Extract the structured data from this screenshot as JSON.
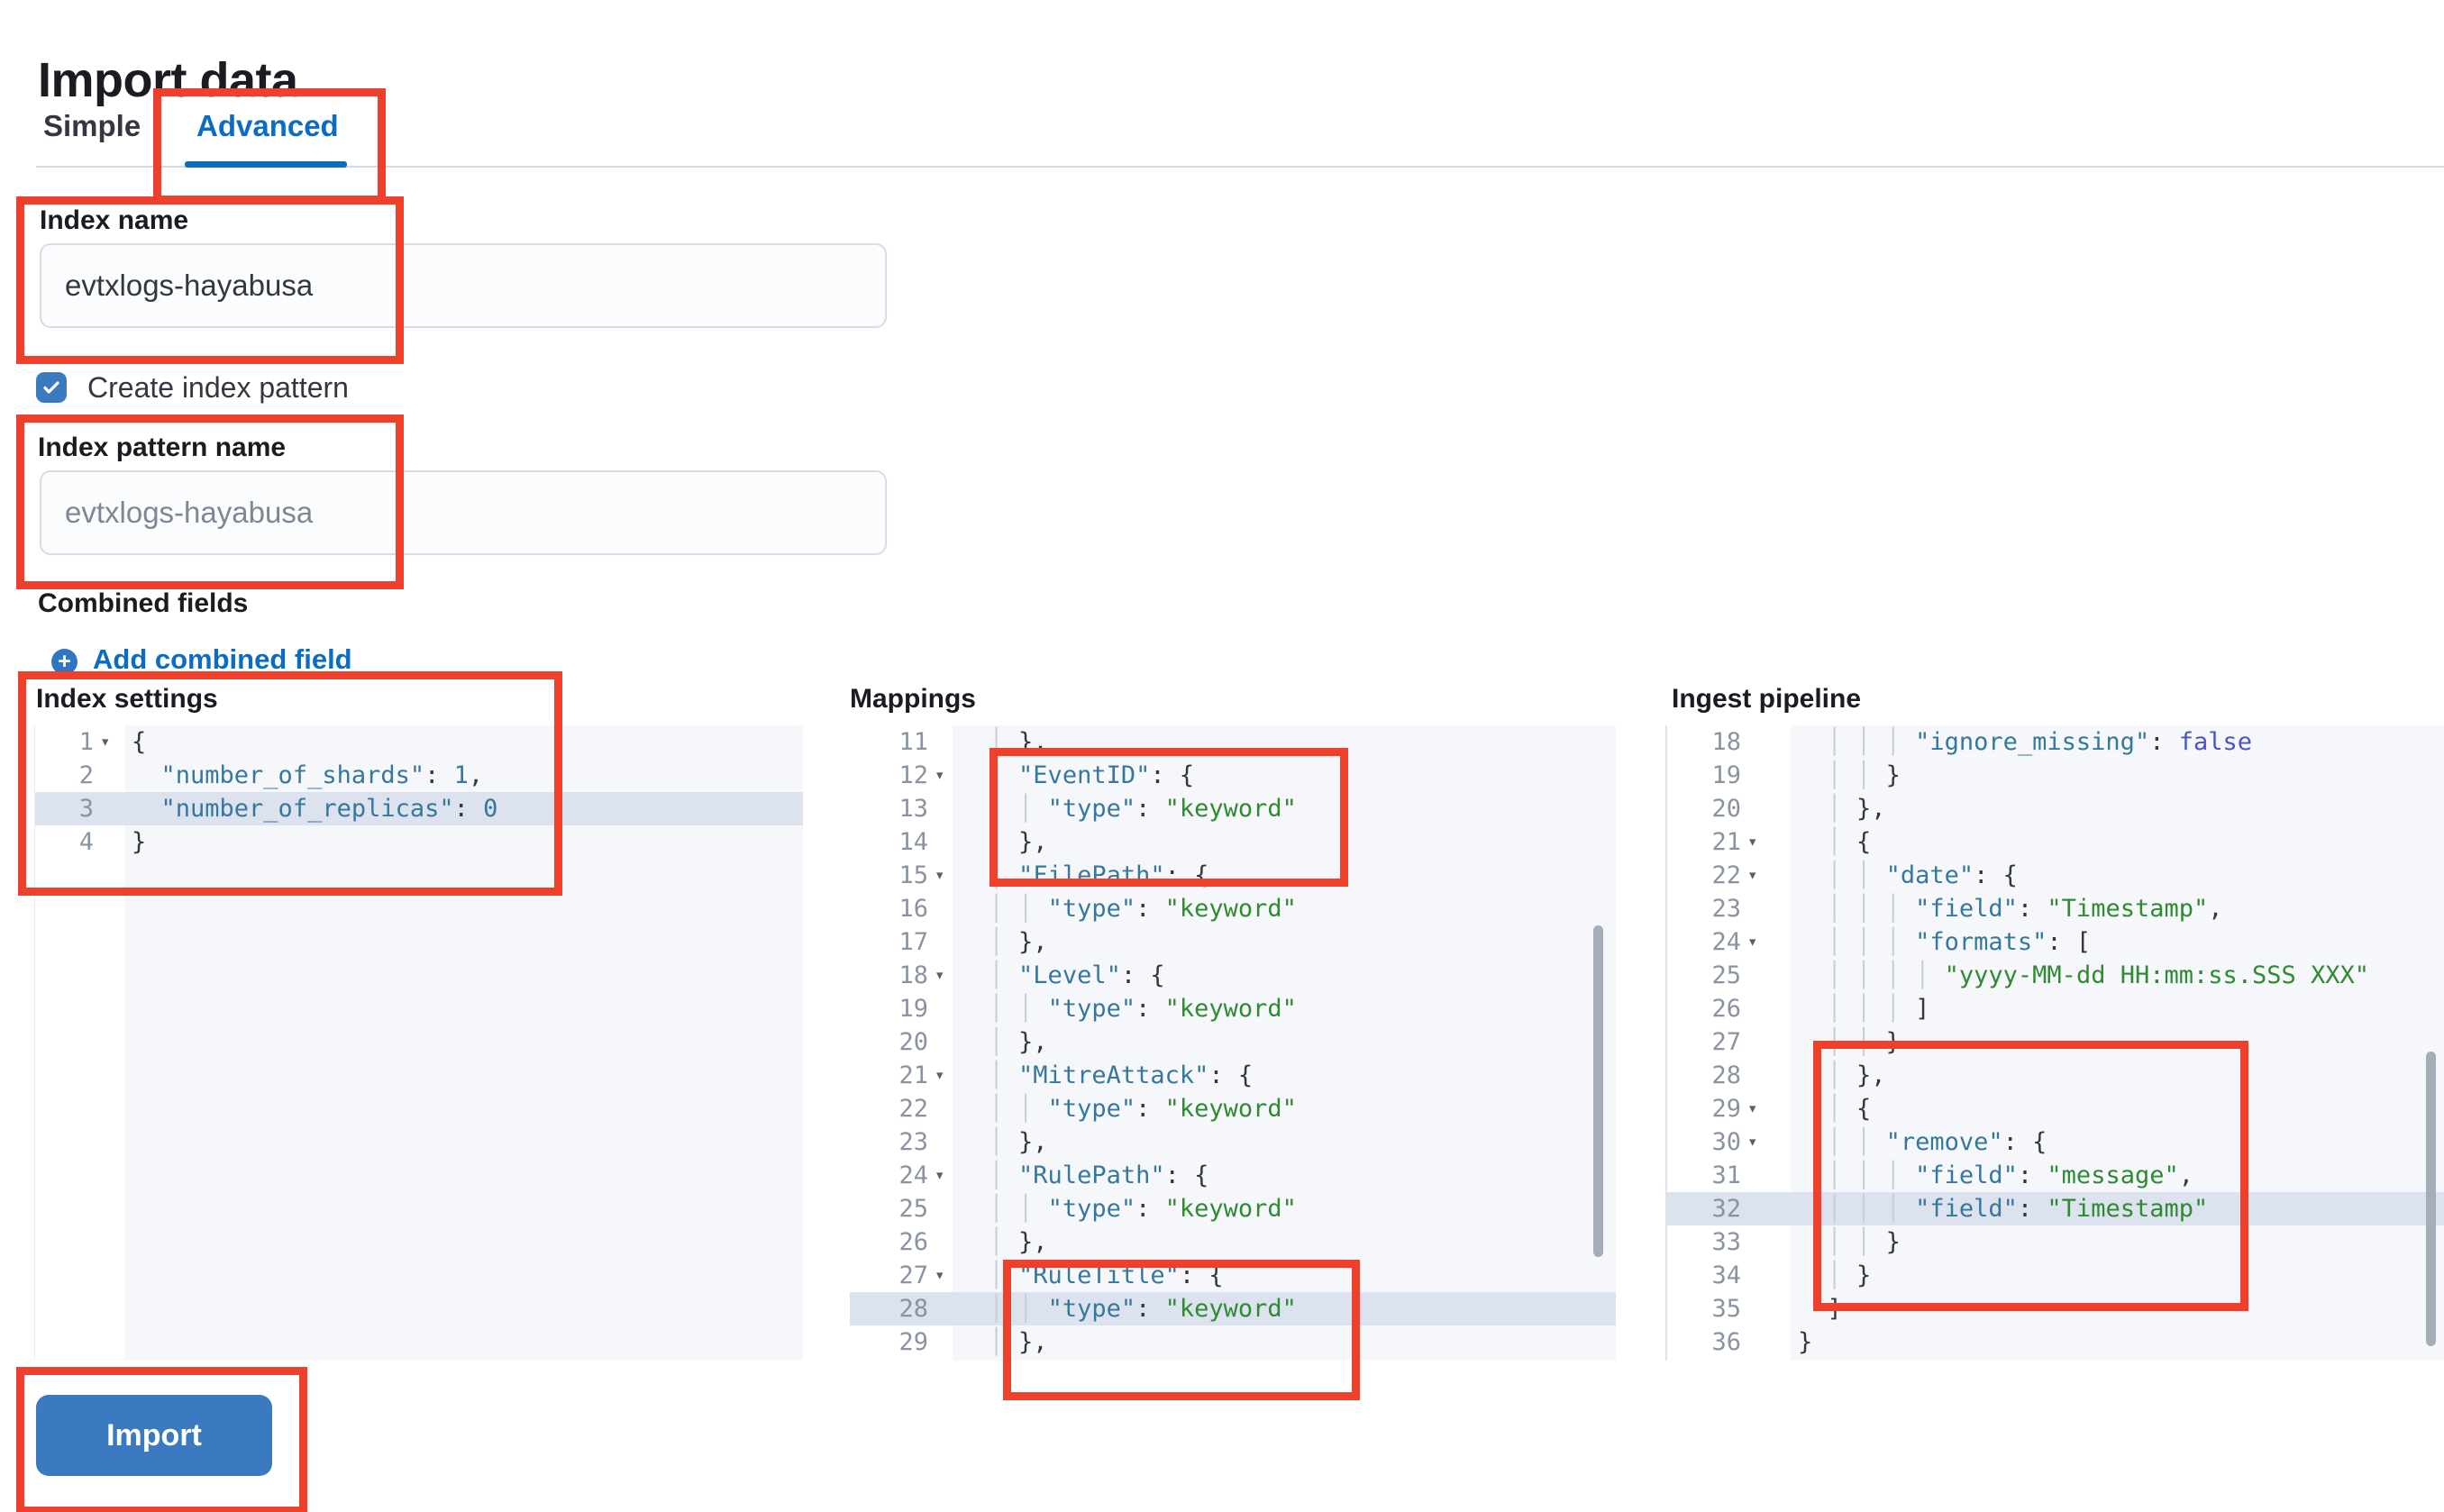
{
  "page": {
    "title": "Import data"
  },
  "tabs": [
    {
      "label": "Simple",
      "active": false
    },
    {
      "label": "Advanced",
      "active": true
    }
  ],
  "form": {
    "index_name": {
      "label": "Index name",
      "value": "evtxlogs-hayabusa"
    },
    "create_index_pattern": {
      "label": "Create index pattern",
      "checked": true
    },
    "index_pattern_name": {
      "label": "Index pattern name",
      "placeholder": "evtxlogs-hayabusa"
    },
    "combined_fields": {
      "label": "Combined fields",
      "add_link": "Add combined field",
      "plus_icon": "+"
    }
  },
  "editors": [
    {
      "title": "Index settings",
      "highlight_line": 3,
      "lines": [
        {
          "n": 1,
          "fold": true,
          "i": 0,
          "t": [
            [
              "p",
              "{"
            ]
          ]
        },
        {
          "n": 2,
          "i": 2,
          "t": [
            [
              "k",
              "\"number_of_shards\""
            ],
            [
              "p",
              ": "
            ],
            [
              "n",
              "1"
            ],
            [
              "p",
              ","
            ]
          ]
        },
        {
          "n": 3,
          "i": 2,
          "t": [
            [
              "k",
              "\"number_of_replicas\""
            ],
            [
              "p",
              ": "
            ],
            [
              "n",
              "0"
            ]
          ]
        },
        {
          "n": 4,
          "i": 0,
          "t": [
            [
              "p",
              "}"
            ]
          ]
        }
      ]
    },
    {
      "title": "Mappings",
      "highlight_line": 28,
      "lines": [
        {
          "n": 11,
          "i": 4,
          "t": [
            [
              "p",
              "},"
            ]
          ]
        },
        {
          "n": 12,
          "fold": true,
          "i": 4,
          "t": [
            [
              "k",
              "\"EventID\""
            ],
            [
              "p",
              ": {"
            ]
          ]
        },
        {
          "n": 13,
          "i": 6,
          "t": [
            [
              "k",
              "\"type\""
            ],
            [
              "p",
              ": "
            ],
            [
              "s",
              "\"keyword\""
            ]
          ]
        },
        {
          "n": 14,
          "i": 4,
          "t": [
            [
              "p",
              "},"
            ]
          ]
        },
        {
          "n": 15,
          "fold": true,
          "i": 4,
          "t": [
            [
              "k",
              "\"FilePath\""
            ],
            [
              "p",
              ": {"
            ]
          ]
        },
        {
          "n": 16,
          "i": 6,
          "t": [
            [
              "k",
              "\"type\""
            ],
            [
              "p",
              ": "
            ],
            [
              "s",
              "\"keyword\""
            ]
          ]
        },
        {
          "n": 17,
          "i": 4,
          "t": [
            [
              "p",
              "},"
            ]
          ]
        },
        {
          "n": 18,
          "fold": true,
          "i": 4,
          "t": [
            [
              "k",
              "\"Level\""
            ],
            [
              "p",
              ": {"
            ]
          ]
        },
        {
          "n": 19,
          "i": 6,
          "t": [
            [
              "k",
              "\"type\""
            ],
            [
              "p",
              ": "
            ],
            [
              "s",
              "\"keyword\""
            ]
          ]
        },
        {
          "n": 20,
          "i": 4,
          "t": [
            [
              "p",
              "},"
            ]
          ]
        },
        {
          "n": 21,
          "fold": true,
          "i": 4,
          "t": [
            [
              "k",
              "\"MitreAttack\""
            ],
            [
              "p",
              ": {"
            ]
          ]
        },
        {
          "n": 22,
          "i": 6,
          "t": [
            [
              "k",
              "\"type\""
            ],
            [
              "p",
              ": "
            ],
            [
              "s",
              "\"keyword\""
            ]
          ]
        },
        {
          "n": 23,
          "i": 4,
          "t": [
            [
              "p",
              "},"
            ]
          ]
        },
        {
          "n": 24,
          "fold": true,
          "i": 4,
          "t": [
            [
              "k",
              "\"RulePath\""
            ],
            [
              "p",
              ": {"
            ]
          ]
        },
        {
          "n": 25,
          "i": 6,
          "t": [
            [
              "k",
              "\"type\""
            ],
            [
              "p",
              ": "
            ],
            [
              "s",
              "\"keyword\""
            ]
          ]
        },
        {
          "n": 26,
          "i": 4,
          "t": [
            [
              "p",
              "},"
            ]
          ]
        },
        {
          "n": 27,
          "fold": true,
          "i": 4,
          "t": [
            [
              "k",
              "\"RuleTitle\""
            ],
            [
              "p",
              ": {"
            ]
          ]
        },
        {
          "n": 28,
          "i": 6,
          "t": [
            [
              "k",
              "\"type\""
            ],
            [
              "p",
              ": "
            ],
            [
              "s",
              "\"keyword\""
            ]
          ]
        },
        {
          "n": 29,
          "i": 4,
          "t": [
            [
              "p",
              "},"
            ]
          ]
        }
      ]
    },
    {
      "title": "Ingest pipeline",
      "highlight_line": 32,
      "lines": [
        {
          "n": 18,
          "i": 8,
          "t": [
            [
              "k",
              "\"ignore_missing\""
            ],
            [
              "p",
              ": "
            ],
            [
              "b",
              "false"
            ]
          ]
        },
        {
          "n": 19,
          "i": 6,
          "t": [
            [
              "p",
              "}"
            ]
          ]
        },
        {
          "n": 20,
          "i": 4,
          "t": [
            [
              "p",
              "},"
            ]
          ]
        },
        {
          "n": 21,
          "fold": true,
          "i": 4,
          "t": [
            [
              "p",
              "{"
            ]
          ]
        },
        {
          "n": 22,
          "fold": true,
          "i": 6,
          "t": [
            [
              "k",
              "\"date\""
            ],
            [
              "p",
              ": {"
            ]
          ]
        },
        {
          "n": 23,
          "i": 8,
          "t": [
            [
              "k",
              "\"field\""
            ],
            [
              "p",
              ": "
            ],
            [
              "s",
              "\"Timestamp\""
            ],
            [
              "p",
              ","
            ]
          ]
        },
        {
          "n": 24,
          "fold": true,
          "i": 8,
          "t": [
            [
              "k",
              "\"formats\""
            ],
            [
              "p",
              ": ["
            ]
          ]
        },
        {
          "n": 25,
          "i": 10,
          "t": [
            [
              "s",
              "\"yyyy-MM-dd HH:mm:ss.SSS XXX\""
            ]
          ]
        },
        {
          "n": 26,
          "i": 8,
          "t": [
            [
              "p",
              "]"
            ]
          ]
        },
        {
          "n": 27,
          "i": 6,
          "t": [
            [
              "p",
              "}"
            ]
          ]
        },
        {
          "n": 28,
          "i": 4,
          "t": [
            [
              "p",
              "},"
            ]
          ]
        },
        {
          "n": 29,
          "fold": true,
          "i": 4,
          "t": [
            [
              "p",
              "{"
            ]
          ]
        },
        {
          "n": 30,
          "fold": true,
          "i": 6,
          "t": [
            [
              "k",
              "\"remove\""
            ],
            [
              "p",
              ": {"
            ]
          ]
        },
        {
          "n": 31,
          "i": 8,
          "t": [
            [
              "k",
              "\"field\""
            ],
            [
              "p",
              ": "
            ],
            [
              "s",
              "\"message\""
            ],
            [
              "p",
              ","
            ]
          ]
        },
        {
          "n": 32,
          "i": 8,
          "t": [
            [
              "k",
              "\"field\""
            ],
            [
              "p",
              ": "
            ],
            [
              "s",
              "\"Timestamp\""
            ]
          ]
        },
        {
          "n": 33,
          "i": 6,
          "t": [
            [
              "p",
              "}"
            ]
          ]
        },
        {
          "n": 34,
          "i": 4,
          "t": [
            [
              "p",
              "}"
            ]
          ]
        },
        {
          "n": 35,
          "i": 2,
          "t": [
            [
              "p",
              "]"
            ]
          ]
        },
        {
          "n": 36,
          "i": 0,
          "t": [
            [
              "p",
              "}"
            ]
          ]
        }
      ]
    }
  ],
  "import_button": {
    "label": "Import"
  },
  "icons": {
    "fold_arrow": "▾",
    "checkbox_check": "check-icon",
    "add_combined_field": "plus-circle-icon"
  },
  "colors": {
    "annotation_red": "#ee402b",
    "link_blue": "#0a6cc2",
    "primary_button_blue": "#3b7ac1",
    "code_key": "#36789c",
    "code_string": "#2f8a32",
    "code_constant": "#4a54c8",
    "editor_bg": "#f5f7fa",
    "active_line_bg": "#dce2ee",
    "divider": "#d3dae6"
  }
}
